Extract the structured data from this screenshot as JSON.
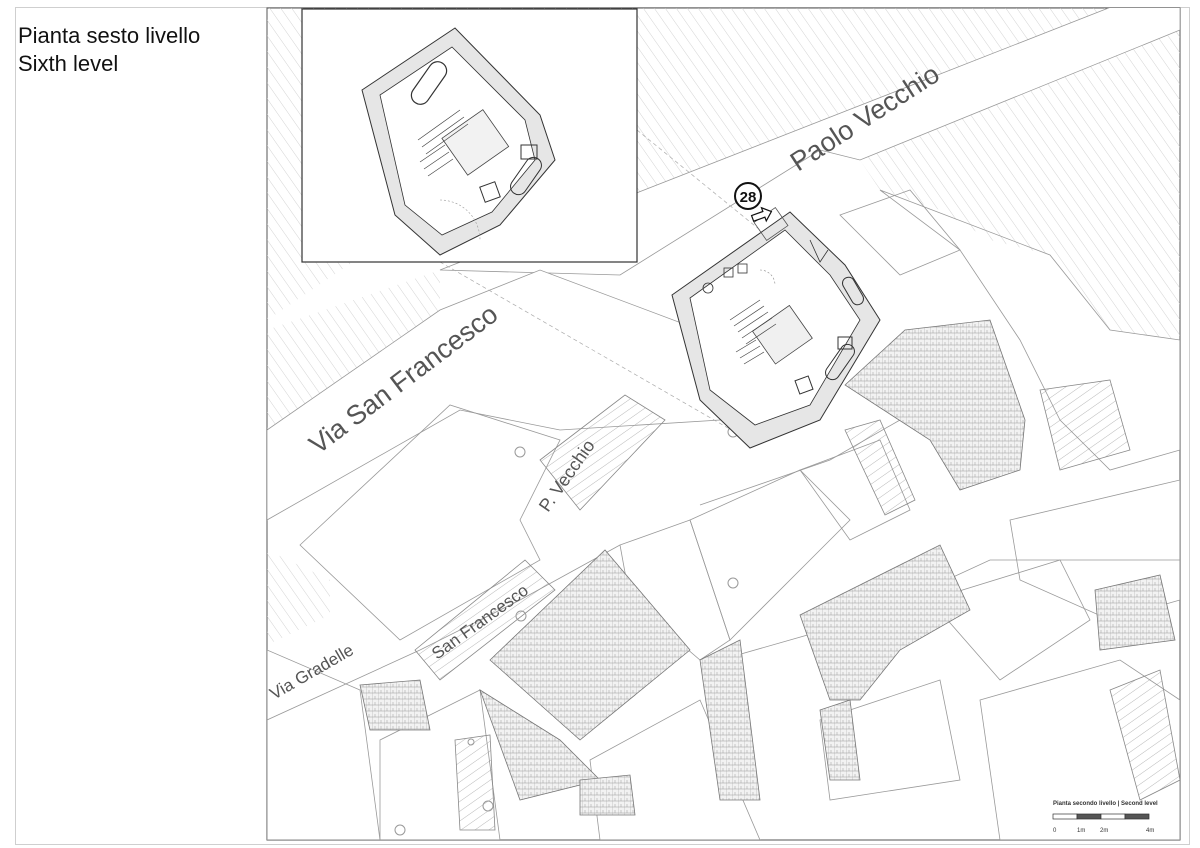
{
  "title": {
    "line1": "Pianta sesto livello",
    "line2": "Sixth level"
  },
  "building_marker": "28",
  "streets": {
    "paolo_vecchio": "Paolo Vecchio",
    "via_san_francesco": "Via San Francesco",
    "p_vecchio": "P. Vecchio",
    "san_francesco": "San Francesco",
    "via_gradelle": "Via Gradelle"
  },
  "scale_bar": {
    "title": "Pianta secondo livello | Second level",
    "ticks": [
      "0",
      "1m",
      "2m",
      "4m"
    ]
  }
}
